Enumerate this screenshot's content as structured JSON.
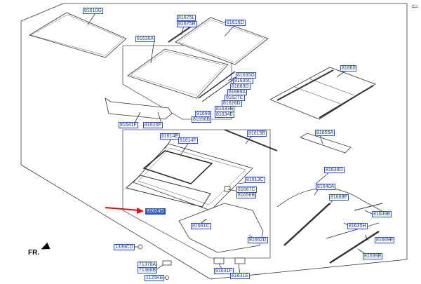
{
  "direction_label": "FR.",
  "nav_icon": "back-arrow-icon",
  "highlight_color": "#2a58c8",
  "pointer_color": "#e01010",
  "labels": {
    "l81610G": "81610G",
    "l81675L": "81675L",
    "l81675R": "81675R",
    "l81616D": "81616D",
    "l81630A": "81630A",
    "l81635G": "81635G",
    "l81635C": "81635C",
    "l81689D": "81689D",
    "l81689A": "81689A",
    "l81627C": "81627C",
    "l81628D": "81628D",
    "l81633B": "81633B",
    "l81634E": "81634E",
    "l81699": "81699",
    "l81696B": "81696B",
    "l81660": "81660",
    "l81641F": "81641F",
    "l81620F": "81620F",
    "l81614E": "81614E",
    "l81614F": "81614F",
    "l81619B": "81619B",
    "l81655A": "81655A",
    "l81636D": "81636D",
    "l81613C": "81613C",
    "l81667C": "81667C",
    "l81658B": "81658B",
    "l81640A": "81640A",
    "l81668F": "81668F",
    "l81624D": "81624D",
    "l81661C": "81661C",
    "l81649B": "81649B",
    "l81635H": "81635H",
    "l81662D": "81662D",
    "l81669E": "81669E",
    "l1339CD": "1339CD",
    "l81639B": "81639B",
    "l71378A": "71378A",
    "l71388B": "71388B",
    "l81631F": "81631F",
    "l81631E": "81631E",
    "l1125KE": "1125KE"
  }
}
